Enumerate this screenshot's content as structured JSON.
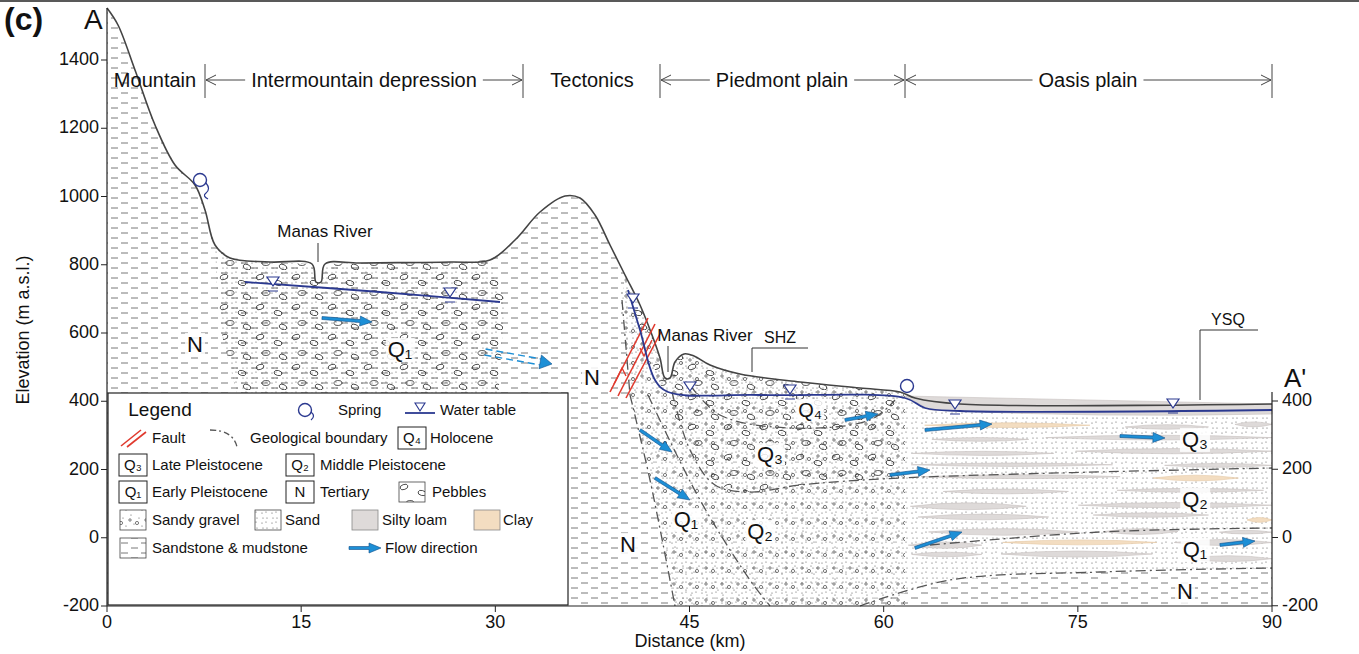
{
  "diagram": {
    "labels": [
      "(c)",
      "A",
      "A'",
      "Mountain",
      "Intermountain depression",
      "Tectonics",
      "Piedmont plain",
      "Oasis plain",
      "Manas River",
      "Manas River",
      "SHZ",
      "YSQ",
      "N",
      "Q₁",
      "N",
      "Q₄",
      "Q₃",
      "Q₂",
      "Q₁",
      "N",
      "Q₃",
      "Q₂",
      "Q₁",
      "N",
      "Legend",
      "Q₄",
      "Q₃",
      "Q₂",
      "Q₁",
      "N",
      "1400",
      "1200",
      "1000",
      "800",
      "600",
      "400",
      "200",
      "0",
      "-200",
      "400",
      "200",
      "0",
      "-200",
      "0",
      "15",
      "30",
      "45",
      "60",
      "75",
      "90",
      "Elevation (m a.s.l.)",
      "Distance (km)"
    ],
    "legend": [
      {
        "text": "Spring"
      },
      {
        "text": "Water table"
      },
      {
        "text": "Fault"
      },
      {
        "text": "Geological boundary"
      },
      {
        "text": "Holocene"
      },
      {
        "text": "Late Pleistocene"
      },
      {
        "text": "Middle Pleistocene"
      },
      {
        "text": "Early Pleistocene"
      },
      {
        "text": "Tertiary"
      },
      {
        "text": "Pebbles"
      },
      {
        "text": "Sandy gravel"
      },
      {
        "text": "Sand"
      },
      {
        "text": "Silty loam",
        "color": "#dedad9"
      },
      {
        "text": "Clay",
        "color": "#f3ddc1"
      },
      {
        "text": "Sandstone & mudstone"
      },
      {
        "text": "Flow direction"
      }
    ]
  }
}
